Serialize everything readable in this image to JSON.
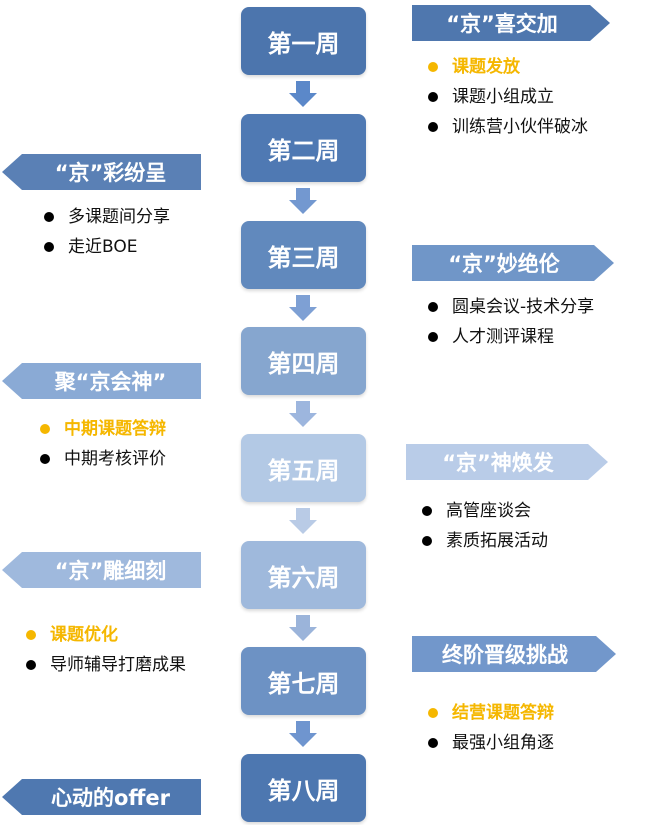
{
  "weeks": [
    "第一周",
    "第二周",
    "第三周",
    "第四周",
    "第五周",
    "第六周",
    "第七周",
    "第八周"
  ],
  "colors": {
    "week_fills": [
      "#4c75ad",
      "#4f79b3",
      "#6189bd",
      "#86a6cf",
      "#b3c9e5",
      "#9fb9dc",
      "#6d92c4",
      "#4d77b0"
    ],
    "arrow_fills": [
      "#5b88c9",
      "#7398d0",
      "#7ea0d4",
      "#9db6de",
      "#b9cbe6",
      "#9bb4da",
      "#6f95cf"
    ],
    "highlight": "#f5b700",
    "bullet": "#000000",
    "text": "#111111",
    "background": "#ffffff"
  },
  "sections": [
    {
      "title": "“京”喜交加",
      "side": "right",
      "color": "#4f77ae",
      "items": [
        {
          "text": "课题发放",
          "highlight": true
        },
        {
          "text": "课题小组成立",
          "highlight": false
        },
        {
          "text": "训练营小伙伴破冰",
          "highlight": false
        }
      ]
    },
    {
      "title": "“京”彩纷呈",
      "side": "left",
      "color": "#5a80b5",
      "items": [
        {
          "text": "多课题间分享",
          "highlight": false
        },
        {
          "text": "走近BOE",
          "highlight": false
        }
      ]
    },
    {
      "title": "“京”妙绝伦",
      "side": "right",
      "color": "#7096c8",
      "items": [
        {
          "text": "圆桌会议-技术分享",
          "highlight": false
        },
        {
          "text": "人才测评课程",
          "highlight": false
        }
      ]
    },
    {
      "title": "聚“京会神”",
      "side": "left",
      "color": "#8aaad5",
      "items": [
        {
          "text": "中期课题答辩",
          "highlight": true
        },
        {
          "text": "中期考核评价",
          "highlight": false
        }
      ]
    },
    {
      "title": "“京”神焕发",
      "side": "right",
      "color": "#b9cce8",
      "items": [
        {
          "text": "高管座谈会",
          "highlight": false
        },
        {
          "text": "素质拓展活动",
          "highlight": false
        }
      ]
    },
    {
      "title": "“京”雕细刻",
      "side": "left",
      "color": "#9fb9dd",
      "items": [
        {
          "text": "课题优化",
          "highlight": true
        },
        {
          "text": "导师辅导打磨成果",
          "highlight": false
        }
      ]
    },
    {
      "title": "终阶晋级挑战",
      "side": "right",
      "color": "#7297cb",
      "items": [
        {
          "text": "结营课题答辩",
          "highlight": true
        },
        {
          "text": "最强小组角逐",
          "highlight": false
        }
      ]
    },
    {
      "title": "心动的offer",
      "side": "left",
      "color": "#4f78b0",
      "items": []
    }
  ]
}
